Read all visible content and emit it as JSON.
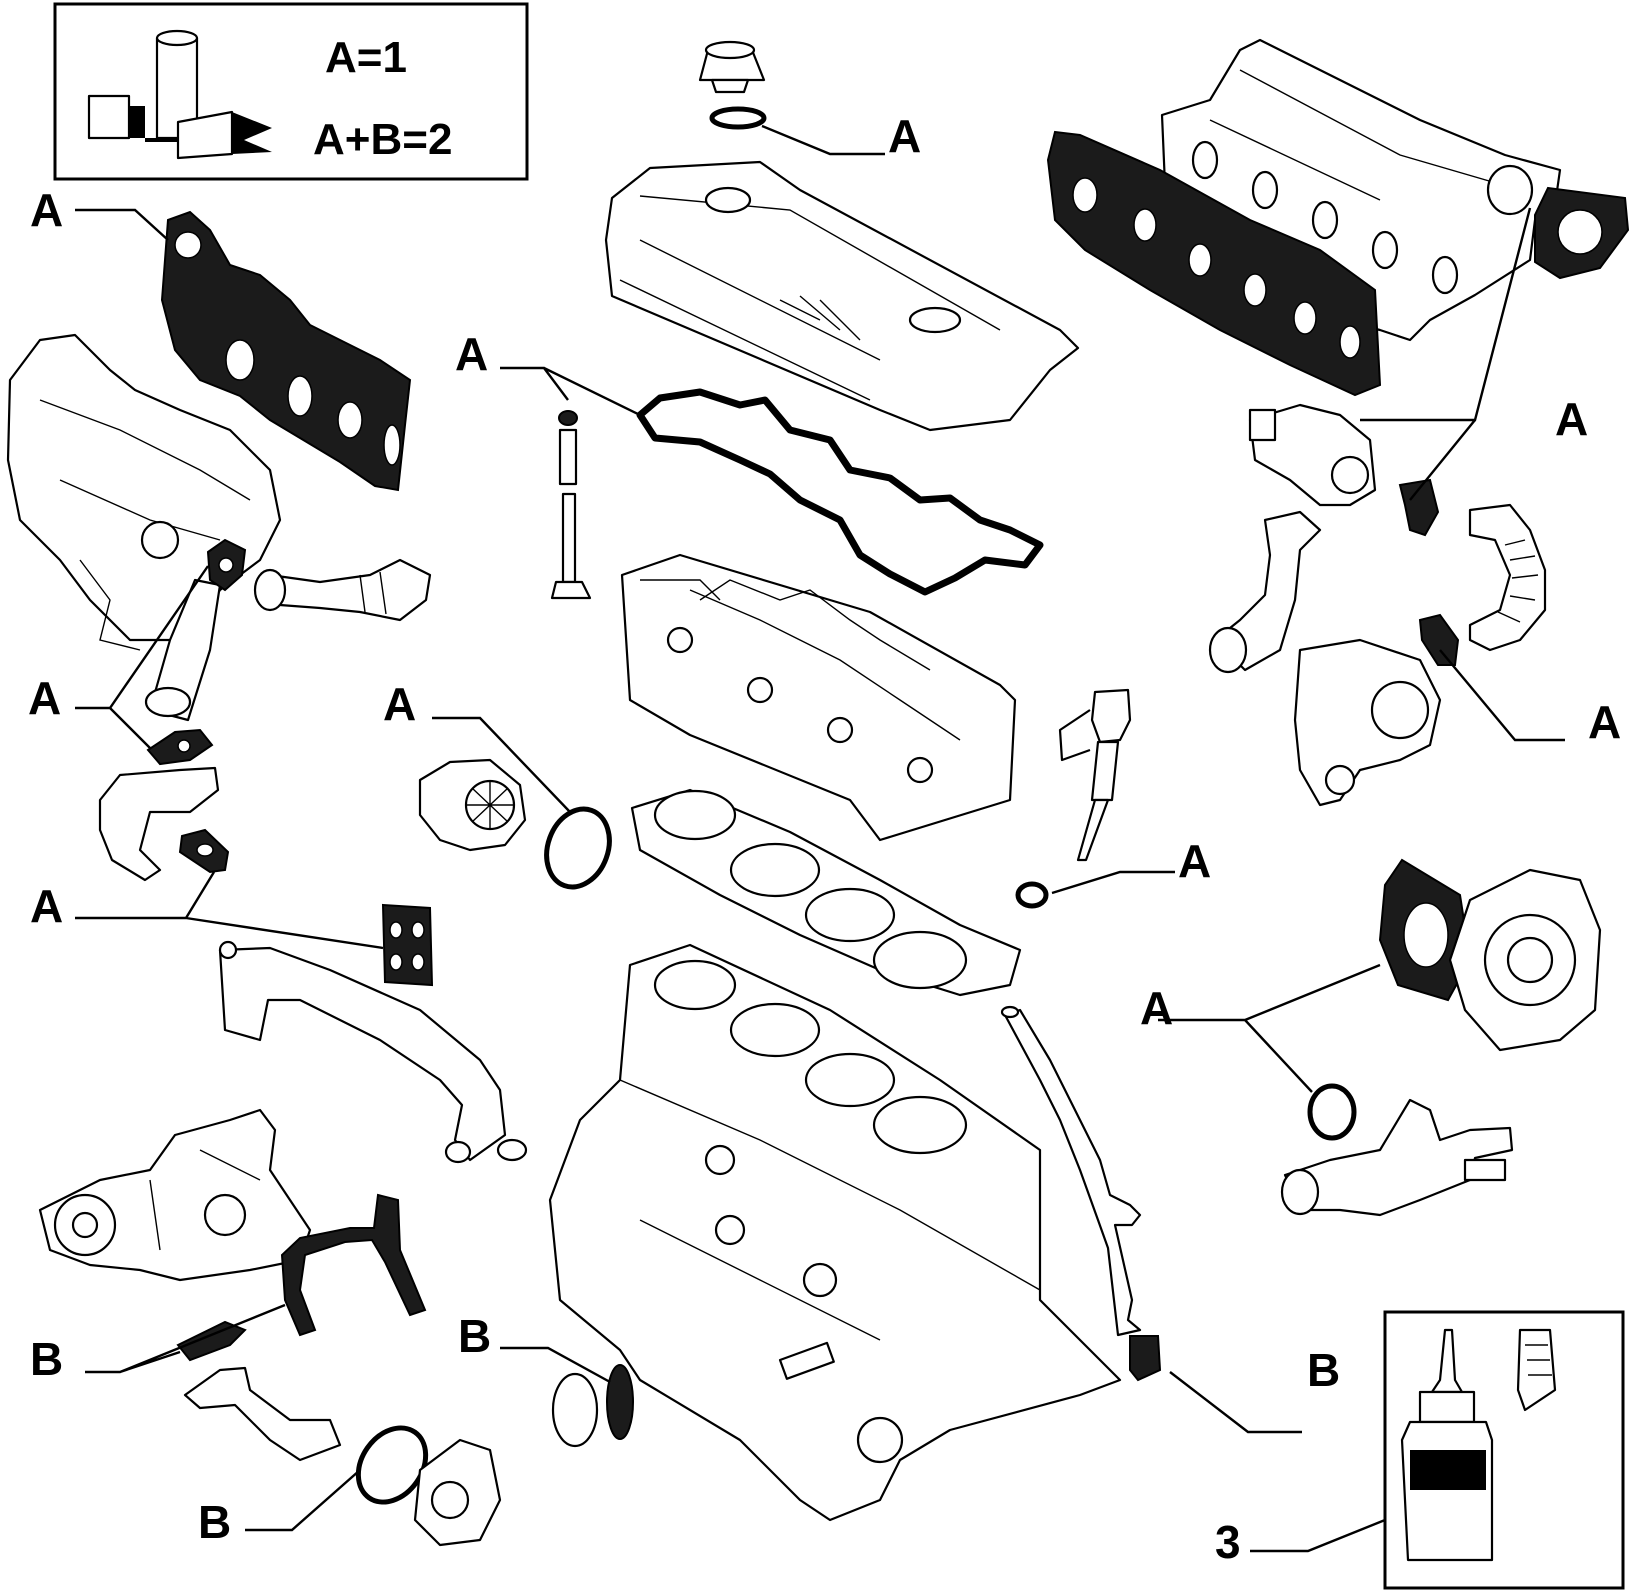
{
  "legend": {
    "line1": "A=1",
    "line2": "A+B=2"
  },
  "labels": {
    "a_cap_seal": "A",
    "a_exhaust_manifold": "A",
    "a_valve_cover": "A",
    "a_intake_egr": "A",
    "a_egr_pipe": "A",
    "a_turbo_pipe": "A",
    "a_water_pump": "A",
    "a_throttle": "A",
    "a_injector": "A",
    "a_thermostat": "A",
    "a_coolant_pipe": "A",
    "b_oil_pump": "B",
    "b_crank_seal": "B",
    "b_dipstick": "B",
    "b_oil_filter": "B",
    "kit_number": "3"
  },
  "icons": {
    "legend": "gasket-kit-packages-icon",
    "sealant": "sealant-bottle-icon"
  }
}
